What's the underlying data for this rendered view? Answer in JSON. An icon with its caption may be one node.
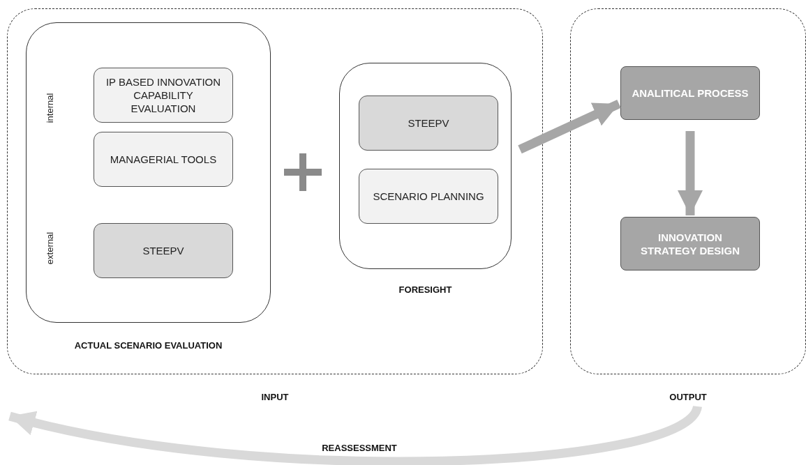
{
  "diagram": {
    "nodes": [
      {
        "text": [
          "INPUT"
        ]
      },
      {
        "text": [
          "ACTUAL SCENARIO EVALUATION"
        ],
        "in": 0
      },
      {
        "text": [
          "IP BASED INNOVATION CAPABILITY EVALUATION"
        ],
        "in": 1
      },
      {
        "text": [
          "MANAGERIAL TOOLS"
        ],
        "in": 1
      },
      {
        "text": [
          "STEEPV"
        ],
        "in": 1
      },
      {
        "text": [
          "FORESIGHT"
        ],
        "in": 0
      },
      {
        "text": [
          "STEEPV"
        ],
        "in": 5
      },
      {
        "text": [
          "SCENARIO PLANNING"
        ],
        "in": 5
      },
      {
        "text": [
          "OUTPUT"
        ]
      },
      {
        "text": [
          "ANALITICAL PROCESS"
        ],
        "in": 8
      },
      {
        "text": [
          "INNOVATION STRATEGY DESIGN"
        ],
        "in": 8
      }
    ],
    "edges": [
      {
        "from": 5,
        "to": 9,
        "arrow": "to"
      },
      {
        "from": 9,
        "to": 10,
        "arrow": "to"
      },
      {
        "from": 8,
        "to": 0,
        "arrow": "to",
        "color": "#d9d9d9",
        "label": "REASSESSMENT"
      }
    ],
    "labels": [
      "internal",
      "external"
    ]
  }
}
